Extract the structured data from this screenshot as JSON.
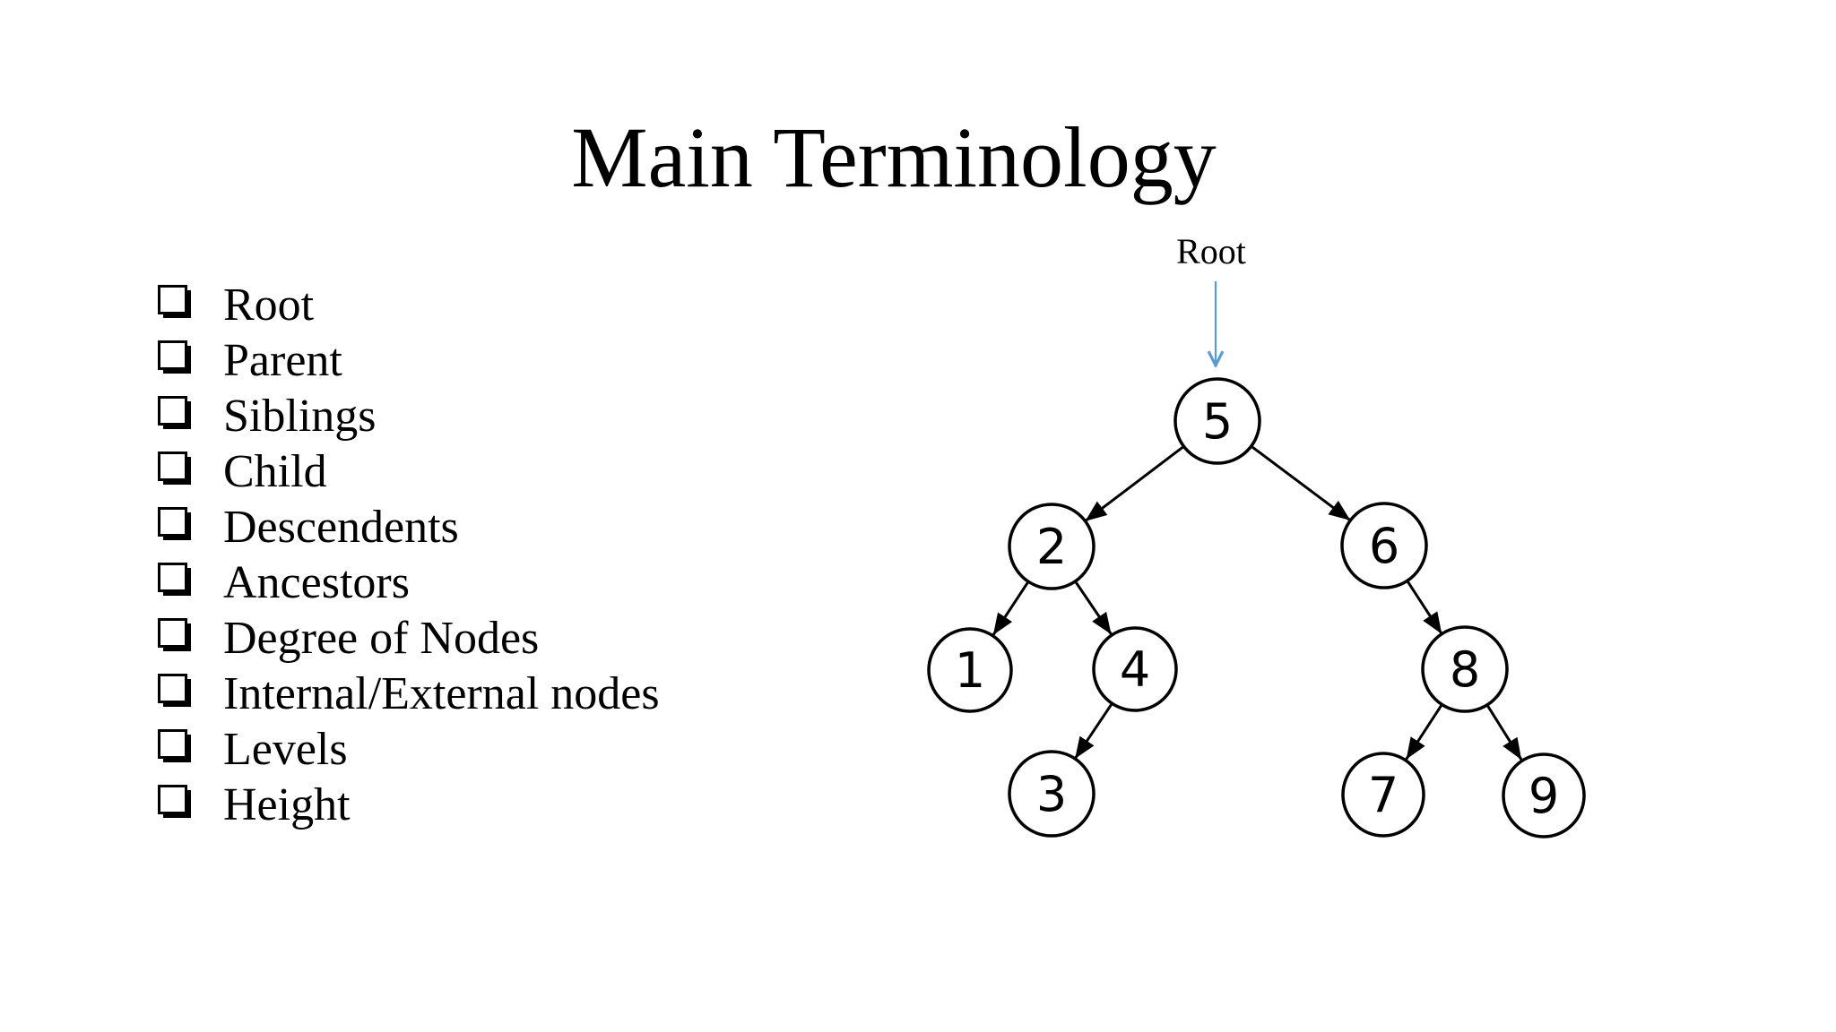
{
  "title": "Main Terminology",
  "list": {
    "items": [
      "Root",
      "Parent",
      "Siblings",
      "Child",
      "Descendents",
      "Ancestors",
      "Degree of Nodes",
      "Internal/External nodes",
      "Levels",
      "Height"
    ]
  },
  "tree": {
    "root_label": "Root",
    "nodes": [
      {
        "label": "5"
      },
      {
        "label": "2"
      },
      {
        "label": "6"
      },
      {
        "label": "1"
      },
      {
        "label": "4"
      },
      {
        "label": "8"
      },
      {
        "label": "3"
      },
      {
        "label": "7"
      },
      {
        "label": "9"
      }
    ],
    "edges": [
      {
        "from": "5",
        "to": "2"
      },
      {
        "from": "5",
        "to": "6"
      },
      {
        "from": "2",
        "to": "1"
      },
      {
        "from": "2",
        "to": "4"
      },
      {
        "from": "6",
        "to": "8"
      },
      {
        "from": "4",
        "to": "3"
      },
      {
        "from": "8",
        "to": "7"
      },
      {
        "from": "8",
        "to": "9"
      }
    ],
    "colors": {
      "node_fill": "#ffffff",
      "node_stroke": "#000000",
      "edge": "#000000",
      "root_arrow": "#5b9bd5"
    }
  }
}
